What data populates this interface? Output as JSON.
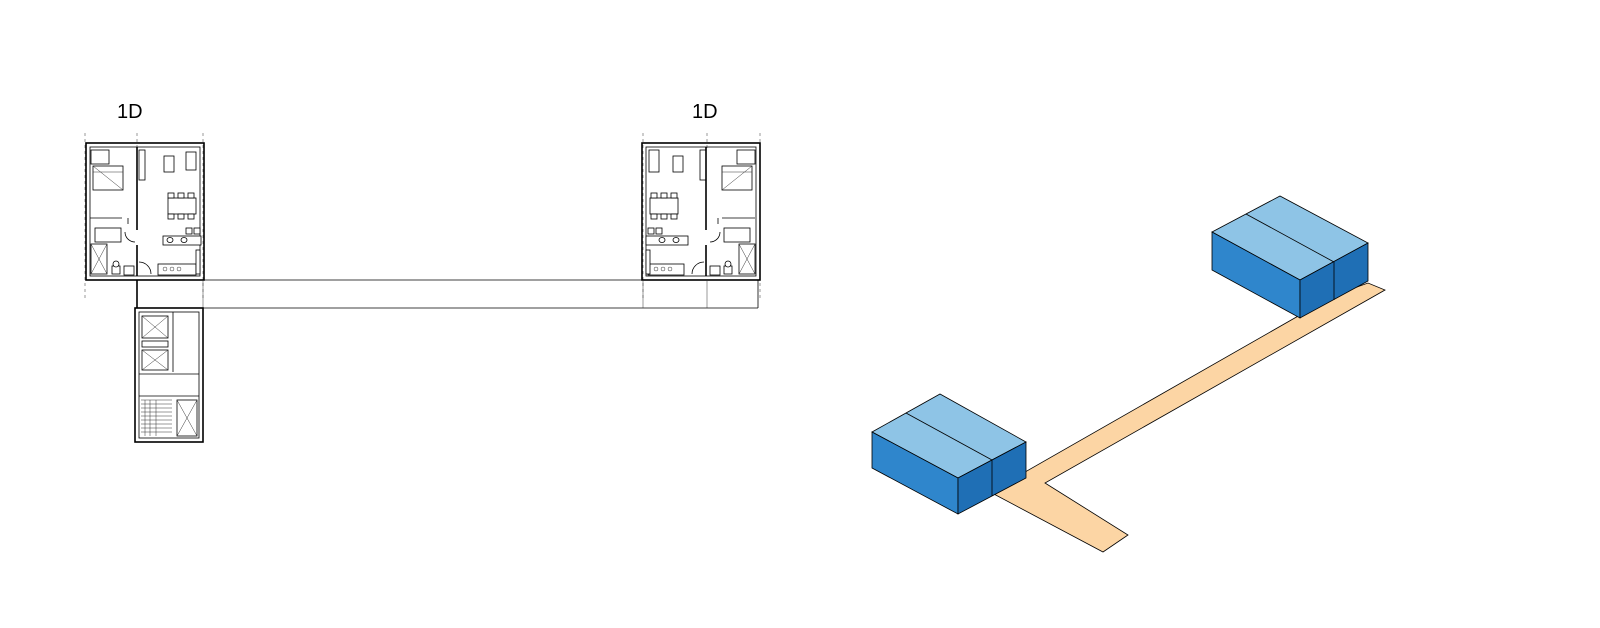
{
  "plan": {
    "left_unit": {
      "label": "1D"
    },
    "right_unit": {
      "label": "1D"
    }
  },
  "colors": {
    "background": "#ffffff",
    "line": "#000000",
    "block_top": "#8ec4e6",
    "block_left": "#2f86cc",
    "block_right": "#1f6fb5",
    "walkway": "#fcd5a4",
    "walkway_edge": "#000000"
  },
  "axonometric": {
    "blocks": [
      "left-building",
      "right-building"
    ],
    "walkway": "corridor-slab"
  }
}
